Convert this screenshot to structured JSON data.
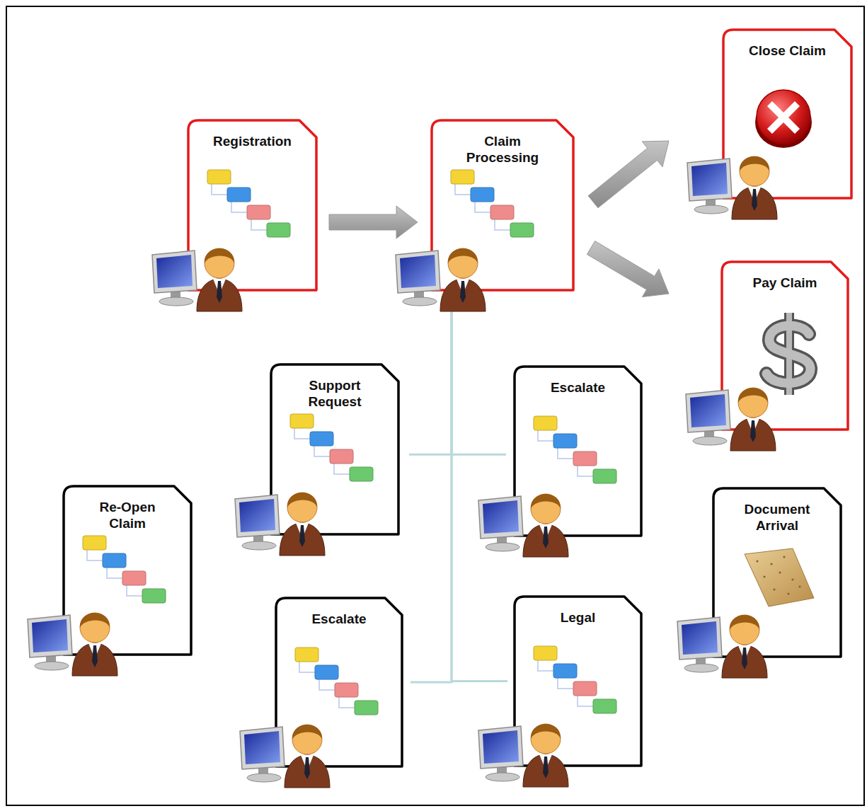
{
  "diagram": {
    "nodes": [
      {
        "text": [
          "Close Claim"
        ]
      },
      {
        "text": [
          "Registration"
        ]
      },
      {
        "text": [
          "Claim Processing"
        ]
      },
      {
        "text": [
          "Pay Claim"
        ]
      },
      {
        "text": [
          "Support Request"
        ]
      },
      {
        "text": [
          "Escalate"
        ]
      },
      {
        "text": [
          "Re-Open Claim"
        ]
      },
      {
        "text": [
          "Document Arrival"
        ]
      },
      {
        "text": [
          "Escalate"
        ]
      },
      {
        "text": [
          "Legal"
        ]
      }
    ],
    "edges": [
      {
        "from": 1,
        "to": 2,
        "arrow": "to"
      },
      {
        "from": 2,
        "to": 0,
        "arrow": "to"
      },
      {
        "from": 2,
        "to": 3,
        "arrow": "to"
      },
      {
        "from": 2,
        "to": 4,
        "arrow": "none"
      },
      {
        "from": 2,
        "to": 5,
        "arrow": "none"
      },
      {
        "from": 2,
        "to": 8,
        "arrow": "none"
      },
      {
        "from": 2,
        "to": 9,
        "arrow": "none"
      }
    ]
  }
}
